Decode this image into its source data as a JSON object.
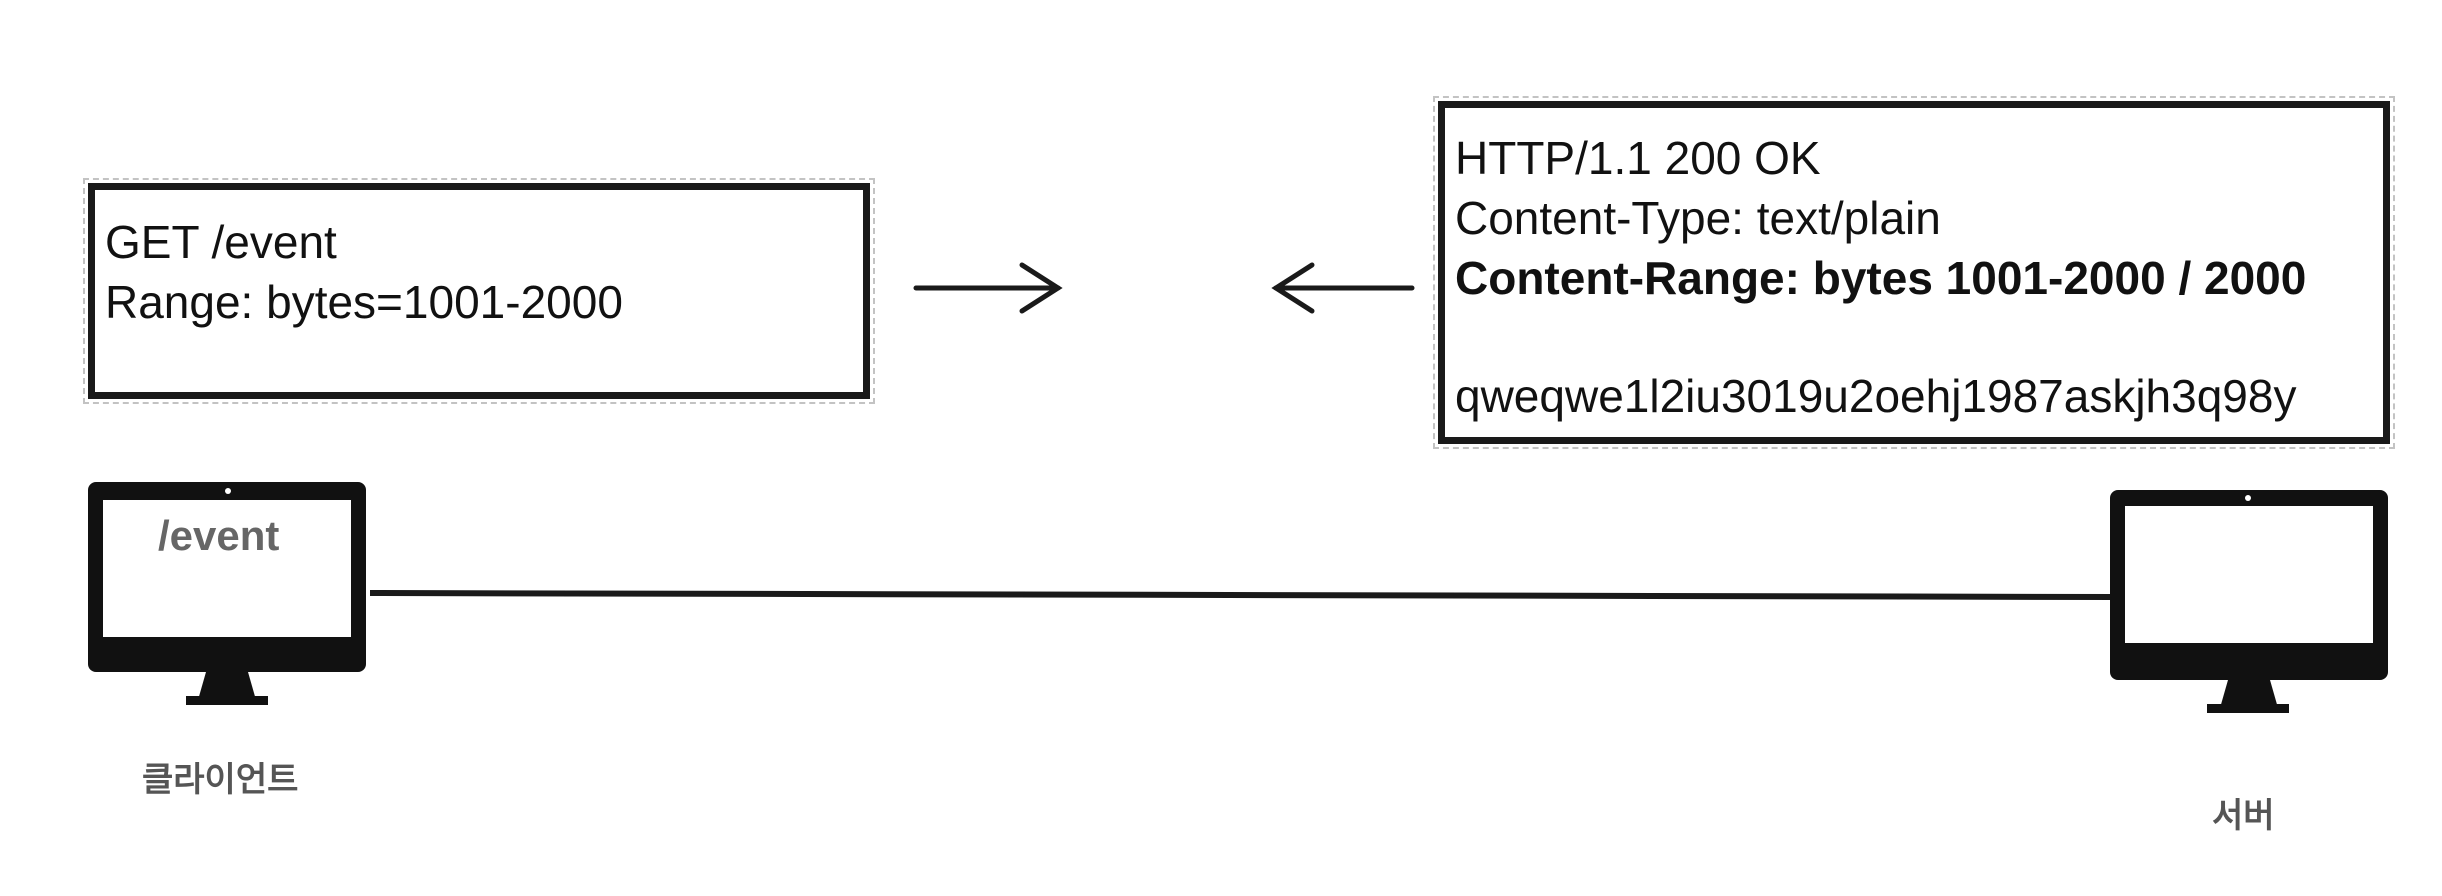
{
  "request": {
    "line1": "GET /event",
    "line2": "Range: bytes=1001-2000"
  },
  "response": {
    "status": "HTTP/1.1 200 OK",
    "content_type": "Content-Type: text/plain",
    "content_range": "Content-Range: bytes 1001-2000 / 2000",
    "body": "qweqwe1l2iu3019u2oehj1987askjh3q98y"
  },
  "client": {
    "screen_text": "/event",
    "label": "클라이언트"
  },
  "server": {
    "label": "서버"
  },
  "icons": [
    "monitor-icon",
    "arrow-right-icon",
    "arrow-left-icon"
  ]
}
